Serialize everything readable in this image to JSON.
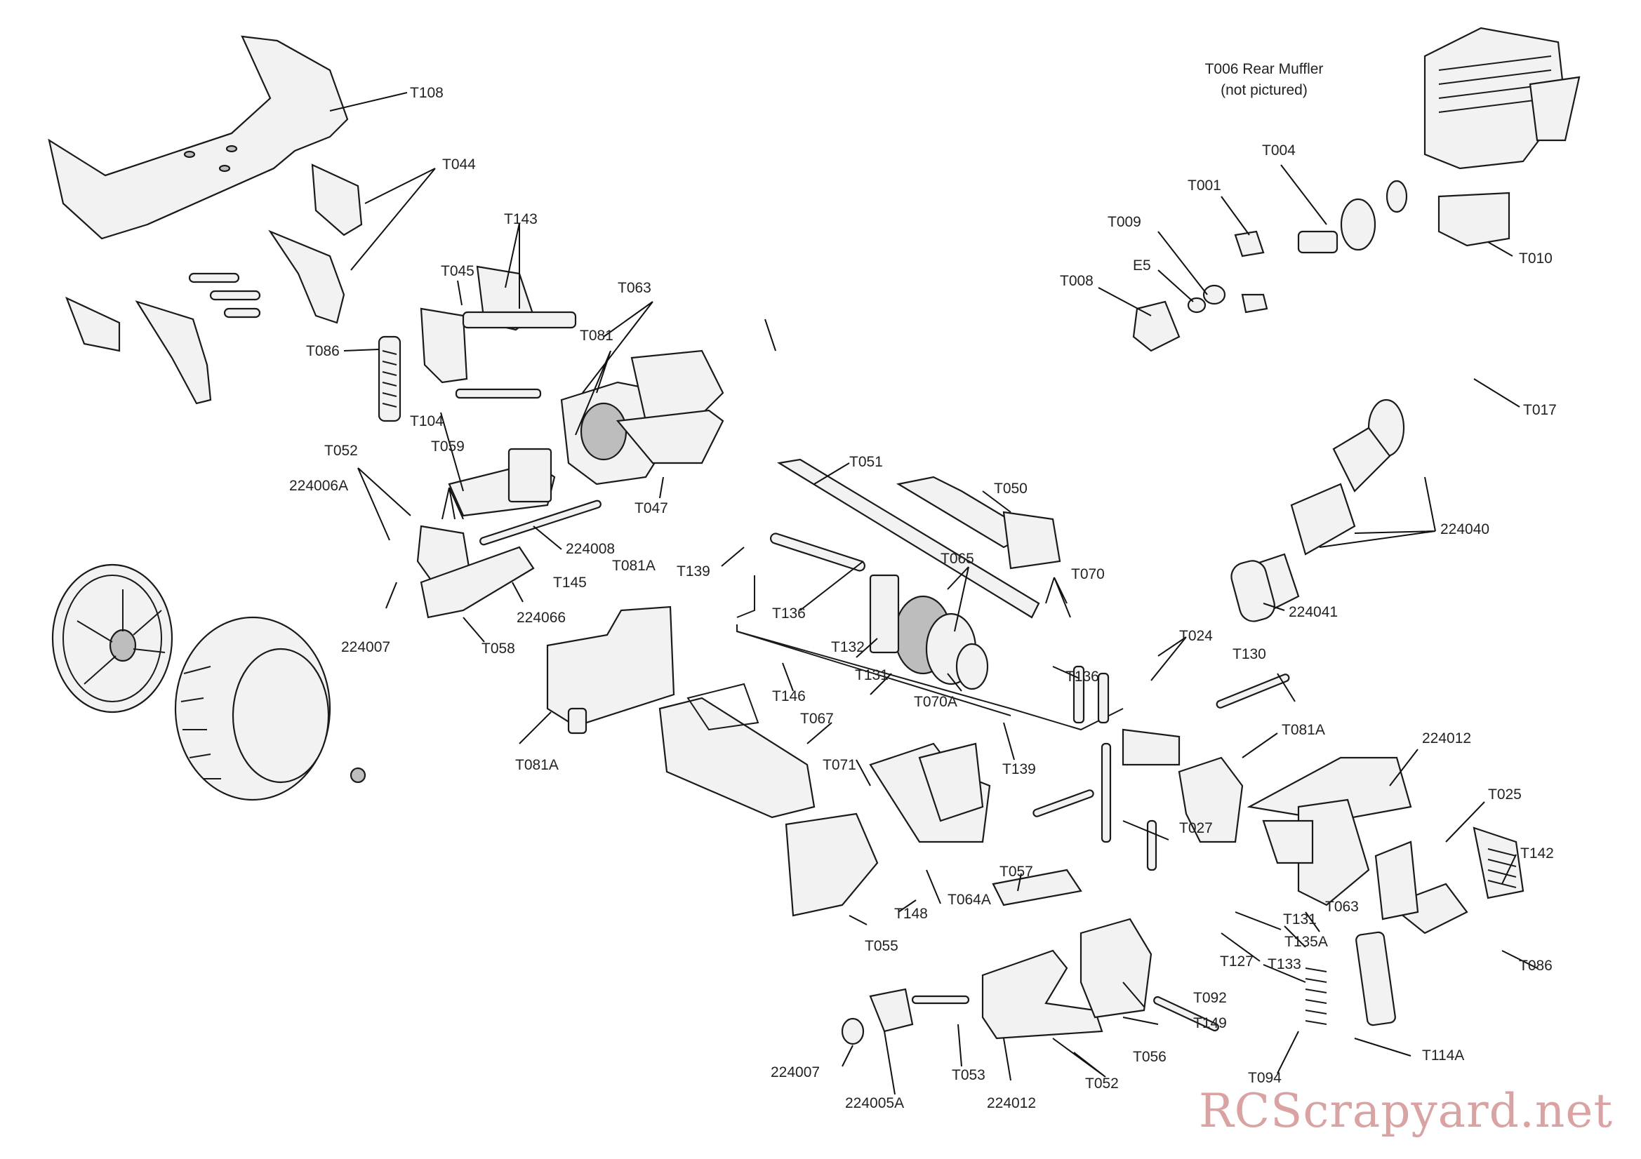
{
  "diagram": {
    "note": {
      "line1": "T006 Rear Muffler",
      "line2": "(not pictured)"
    },
    "watermark": "RCScrapyard.net",
    "labels": [
      {
        "id": "T108",
        "text": "T108"
      },
      {
        "id": "T044",
        "text": "T044"
      },
      {
        "id": "T143",
        "text": "T143"
      },
      {
        "id": "T045",
        "text": "T045"
      },
      {
        "id": "T063a",
        "text": "T063"
      },
      {
        "id": "T086a",
        "text": "T086"
      },
      {
        "id": "T081a",
        "text": "T081"
      },
      {
        "id": "T104",
        "text": "T104"
      },
      {
        "id": "T052a",
        "text": "T052"
      },
      {
        "id": "T059",
        "text": "T059"
      },
      {
        "id": "224006A",
        "text": "224006A"
      },
      {
        "id": "T047",
        "text": "T047"
      },
      {
        "id": "224008",
        "text": "224008"
      },
      {
        "id": "T145",
        "text": "T145"
      },
      {
        "id": "T081A_1",
        "text": "T081A"
      },
      {
        "id": "T139a",
        "text": "T139"
      },
      {
        "id": "224066",
        "text": "224066"
      },
      {
        "id": "224007a",
        "text": "224007"
      },
      {
        "id": "T058",
        "text": "T058"
      },
      {
        "id": "T051",
        "text": "T051"
      },
      {
        "id": "T050",
        "text": "T050"
      },
      {
        "id": "T065",
        "text": "T065"
      },
      {
        "id": "T070",
        "text": "T070"
      },
      {
        "id": "T136a",
        "text": "T136"
      },
      {
        "id": "T132",
        "text": "T132"
      },
      {
        "id": "T131a",
        "text": "T131"
      },
      {
        "id": "T070A",
        "text": "T070A"
      },
      {
        "id": "T136b",
        "text": "T136"
      },
      {
        "id": "T146",
        "text": "T146"
      },
      {
        "id": "T081A_2",
        "text": "T081A"
      },
      {
        "id": "T067",
        "text": "T067"
      },
      {
        "id": "T071",
        "text": "T071"
      },
      {
        "id": "T139b",
        "text": "T139"
      },
      {
        "id": "T024",
        "text": "T024"
      },
      {
        "id": "T130",
        "text": "T130"
      },
      {
        "id": "T081A_3",
        "text": "T081A"
      },
      {
        "id": "224012a",
        "text": "224012"
      },
      {
        "id": "T025",
        "text": "T025"
      },
      {
        "id": "T142",
        "text": "T142"
      },
      {
        "id": "T027",
        "text": "T027"
      },
      {
        "id": "T057",
        "text": "T057"
      },
      {
        "id": "T148",
        "text": "T148"
      },
      {
        "id": "T064A",
        "text": "T064A"
      },
      {
        "id": "T055",
        "text": "T055"
      },
      {
        "id": "T131b",
        "text": "T131"
      },
      {
        "id": "T135A",
        "text": "T135A"
      },
      {
        "id": "T063b",
        "text": "T063"
      },
      {
        "id": "T127",
        "text": "T127"
      },
      {
        "id": "T133",
        "text": "T133"
      },
      {
        "id": "T086b",
        "text": "T086"
      },
      {
        "id": "T092",
        "text": "T092"
      },
      {
        "id": "T149",
        "text": "T149"
      },
      {
        "id": "T056",
        "text": "T056"
      },
      {
        "id": "T114A",
        "text": "T114A"
      },
      {
        "id": "T094",
        "text": "T094"
      },
      {
        "id": "224007b",
        "text": "224007"
      },
      {
        "id": "T053",
        "text": "T053"
      },
      {
        "id": "T052b",
        "text": "T052"
      },
      {
        "id": "224005A",
        "text": "224005A"
      },
      {
        "id": "224012b",
        "text": "224012"
      },
      {
        "id": "T004",
        "text": "T004"
      },
      {
        "id": "T001",
        "text": "T001"
      },
      {
        "id": "T009",
        "text": "T009"
      },
      {
        "id": "E5",
        "text": "E5"
      },
      {
        "id": "T008",
        "text": "T008"
      },
      {
        "id": "T010",
        "text": "T010"
      },
      {
        "id": "T017",
        "text": "T017"
      },
      {
        "id": "224040",
        "text": "224040"
      },
      {
        "id": "224041",
        "text": "224041"
      }
    ]
  }
}
